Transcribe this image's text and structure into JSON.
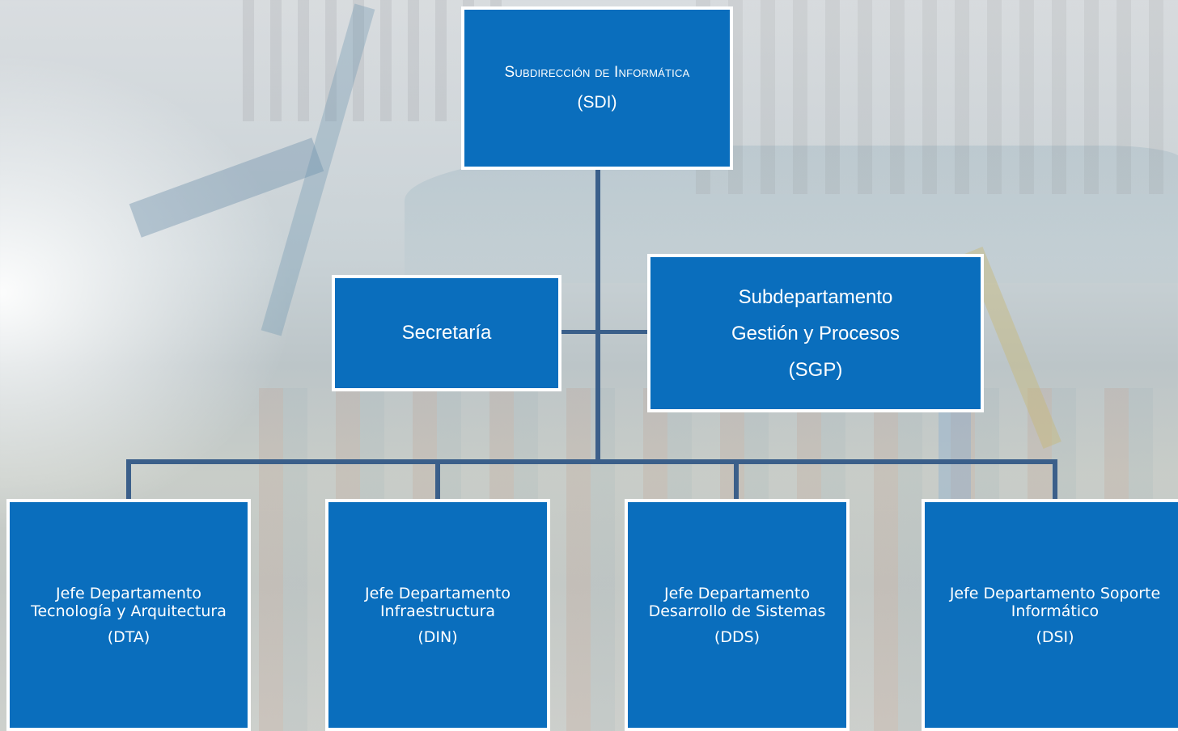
{
  "org_chart": {
    "top": {
      "line1": "Subdirección de Informática",
      "line2": "(SDI)"
    },
    "staff": [
      {
        "label": "Secretaría"
      },
      {
        "line1": "Subdepartamento",
        "line2": "Gestión y Procesos",
        "line3": "(SGP)"
      }
    ],
    "departments": [
      {
        "line1": "Jefe Departamento",
        "line2": "Tecnología y Arquitectura",
        "abbr": "(DTA)"
      },
      {
        "line1": "Jefe Departamento",
        "line2": "Infraestructura",
        "abbr": "(DIN)"
      },
      {
        "line1": "Jefe Departamento",
        "line2": "Desarrollo de Sistemas",
        "abbr": "(DDS)"
      },
      {
        "line1": "Jefe Departamento Soporte",
        "line2": "Informático",
        "abbr": "(DSI)"
      }
    ]
  },
  "colors": {
    "box_fill": "#0a6ebd",
    "box_border": "#ffffff",
    "connector": "#3b5f8a",
    "text": "#ffffff"
  }
}
